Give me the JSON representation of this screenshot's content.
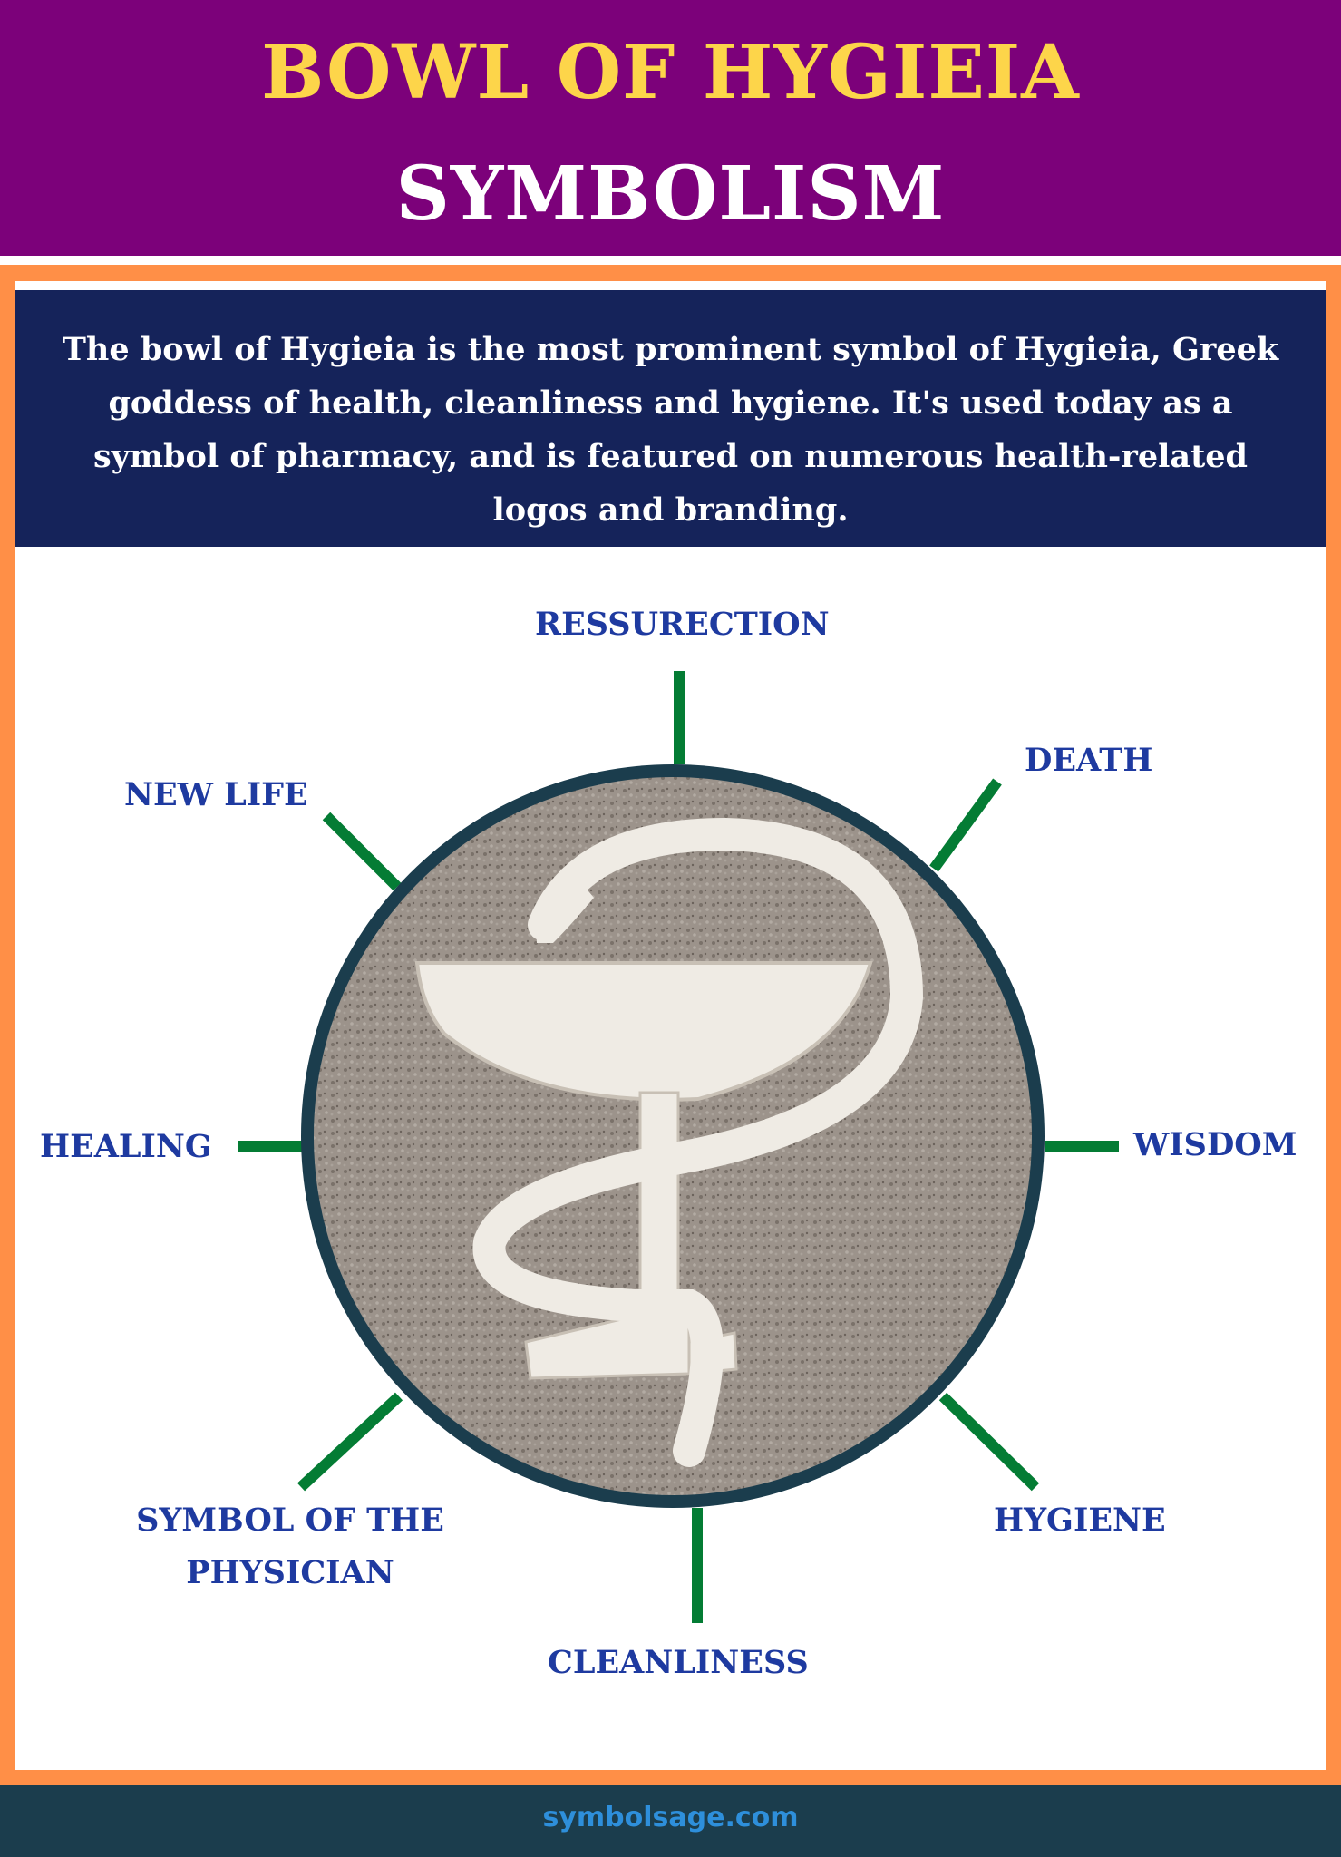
{
  "header": {
    "title_line1": "BOWL OF HYGIEIA",
    "title_line2": "SYMBOLISM",
    "colors": {
      "background": "#7c017a",
      "line1": "#fdd54a",
      "line2": "#ffffff"
    }
  },
  "intro": {
    "text": "The bowl of Hygieia is the most prominent symbol of Hygieia, Greek goddess of health, cleanliness and hygiene. It's used today as a symbol of pharmacy, and is featured on numerous health-related logos and branding.",
    "background": "#15235a"
  },
  "diagram": {
    "center_image": "bowl-of-hygieia-photo",
    "ring_color": "#1b3d4d",
    "connector_color": "#047c34",
    "label_color": "#1e3aa0",
    "labels": {
      "top": "RESSURECTION",
      "top_right": "DEATH",
      "right": "WISDOM",
      "bottom_right": "HYGIENE",
      "bottom": "CLEANLINESS",
      "bottom_left_line1": "SYMBOL OF THE",
      "bottom_left_line2": "PHYSICIAN",
      "left": "HEALING",
      "top_left": "NEW LIFE"
    }
  },
  "frame": {
    "border_color": "#ff8f47"
  },
  "footer": {
    "site": "symbolsage.com",
    "background": "#1b3d4d",
    "text_color": "#2e8fdb"
  }
}
